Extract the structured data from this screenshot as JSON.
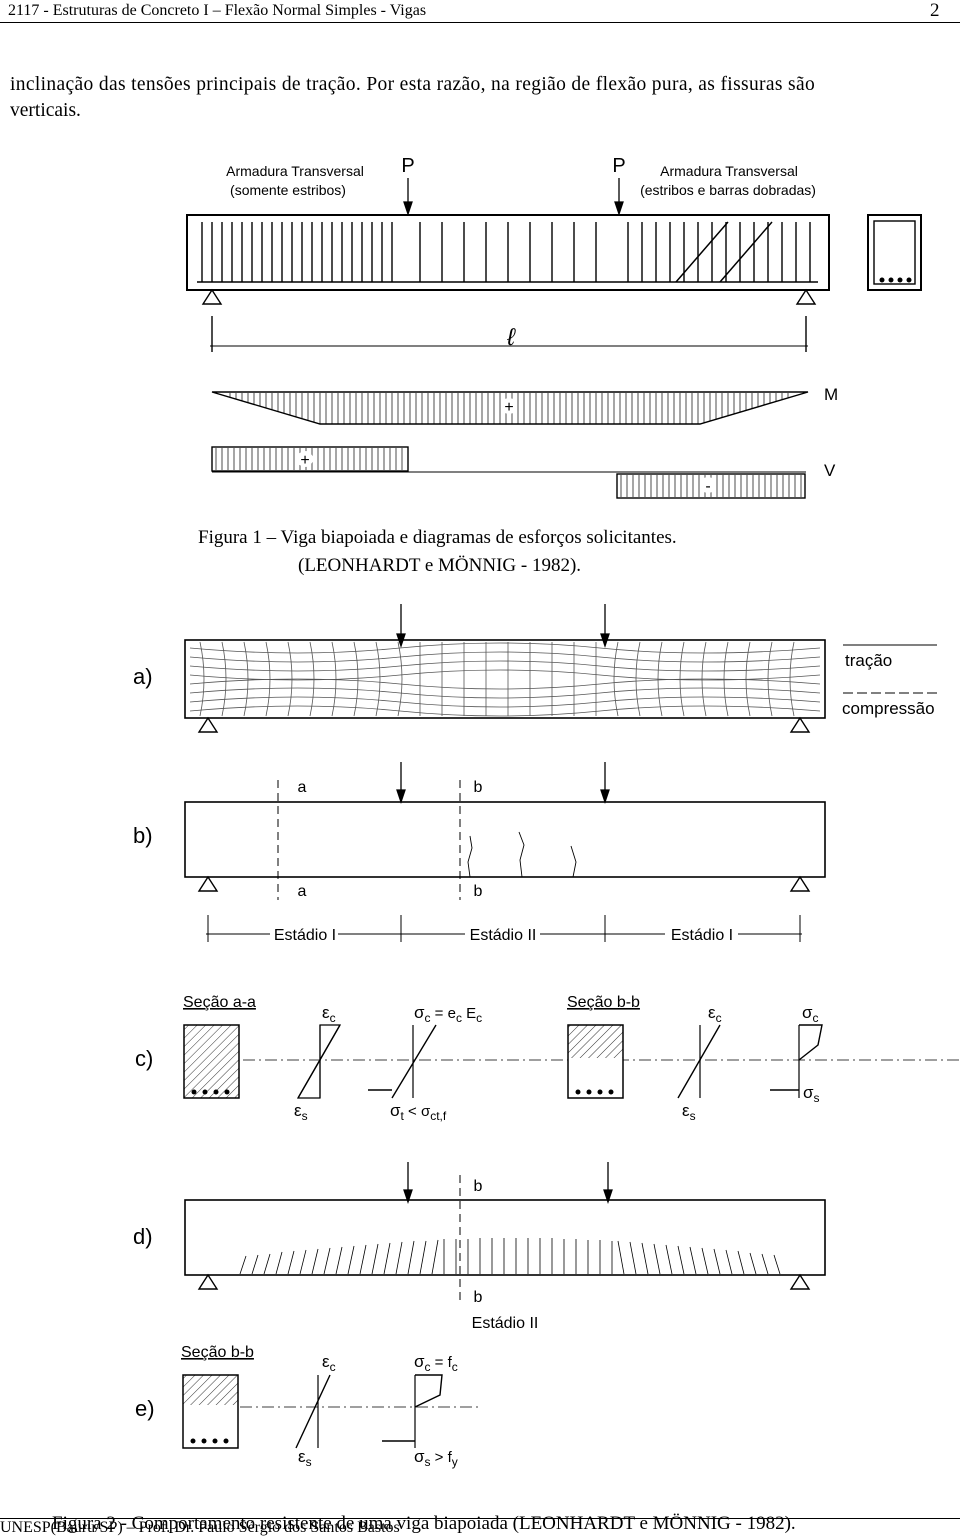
{
  "header": {
    "title": "2117 - Estruturas de Concreto I – Flexão Normal Simples - Vigas",
    "page_number": "2"
  },
  "body_text": {
    "line1": "inclinação das tensões principais de tração. Por esta razão, na região de flexão pura, as fissuras são",
    "line2": "verticais."
  },
  "figure1": {
    "left_label_1": "Armadura Transversal",
    "left_label_2": "(somente estribos)",
    "right_label_1": "Armadura Transversal",
    "right_label_2": "(estribos e barras dobradas)",
    "load_left": "P",
    "load_right": "P",
    "span": "ℓ",
    "moment": "M",
    "shear": "V",
    "moment_sign": "+",
    "shear_pos_sign": "+",
    "shear_neg_sign": "-",
    "caption_1": "Figura 1 – Viga biapoiada e diagramas de esforços solicitantes.",
    "caption_2": "(LEONHARDT e MÖNNIG - 1982)."
  },
  "figure2": {
    "panel_a": "a)",
    "panel_b": "b)",
    "panel_c": "c)",
    "panel_d": "d)",
    "panel_e": "e)",
    "legend_tension": "tração",
    "legend_compression": "compressão",
    "sec_a": "a",
    "sec_b": "b",
    "stage_1_left": "Estádio I",
    "stage_2": "Estádio II",
    "stage_1_right": "Estádio I",
    "section_aa": "Seção  a-a",
    "section_bb": "Seção  b-b",
    "eps_c": "ε",
    "eps_s": "ε",
    "sig": "σ",
    "sub_c": "c",
    "sub_s": "s",
    "sub_t": "t",
    "sub_y": "y",
    "sub_ctf": "ct,f",
    "eq_equals_ec": " = e",
    "eq_E": " E",
    "eq_lt": " < σ",
    "eq_eq_f": " = f",
    "eq_gt_f": " > f",
    "stage_2_d": "Estádio II",
    "caption": "Figura 2 - Comportamento resistente de uma viga biapoiada (LEONHARDT e MÖNNIG - 1982)."
  },
  "footer": {
    "text": "UNESP(Bauru/SP) – Prof. Dr. Paulo Sérgio dos Santos Bastos"
  }
}
